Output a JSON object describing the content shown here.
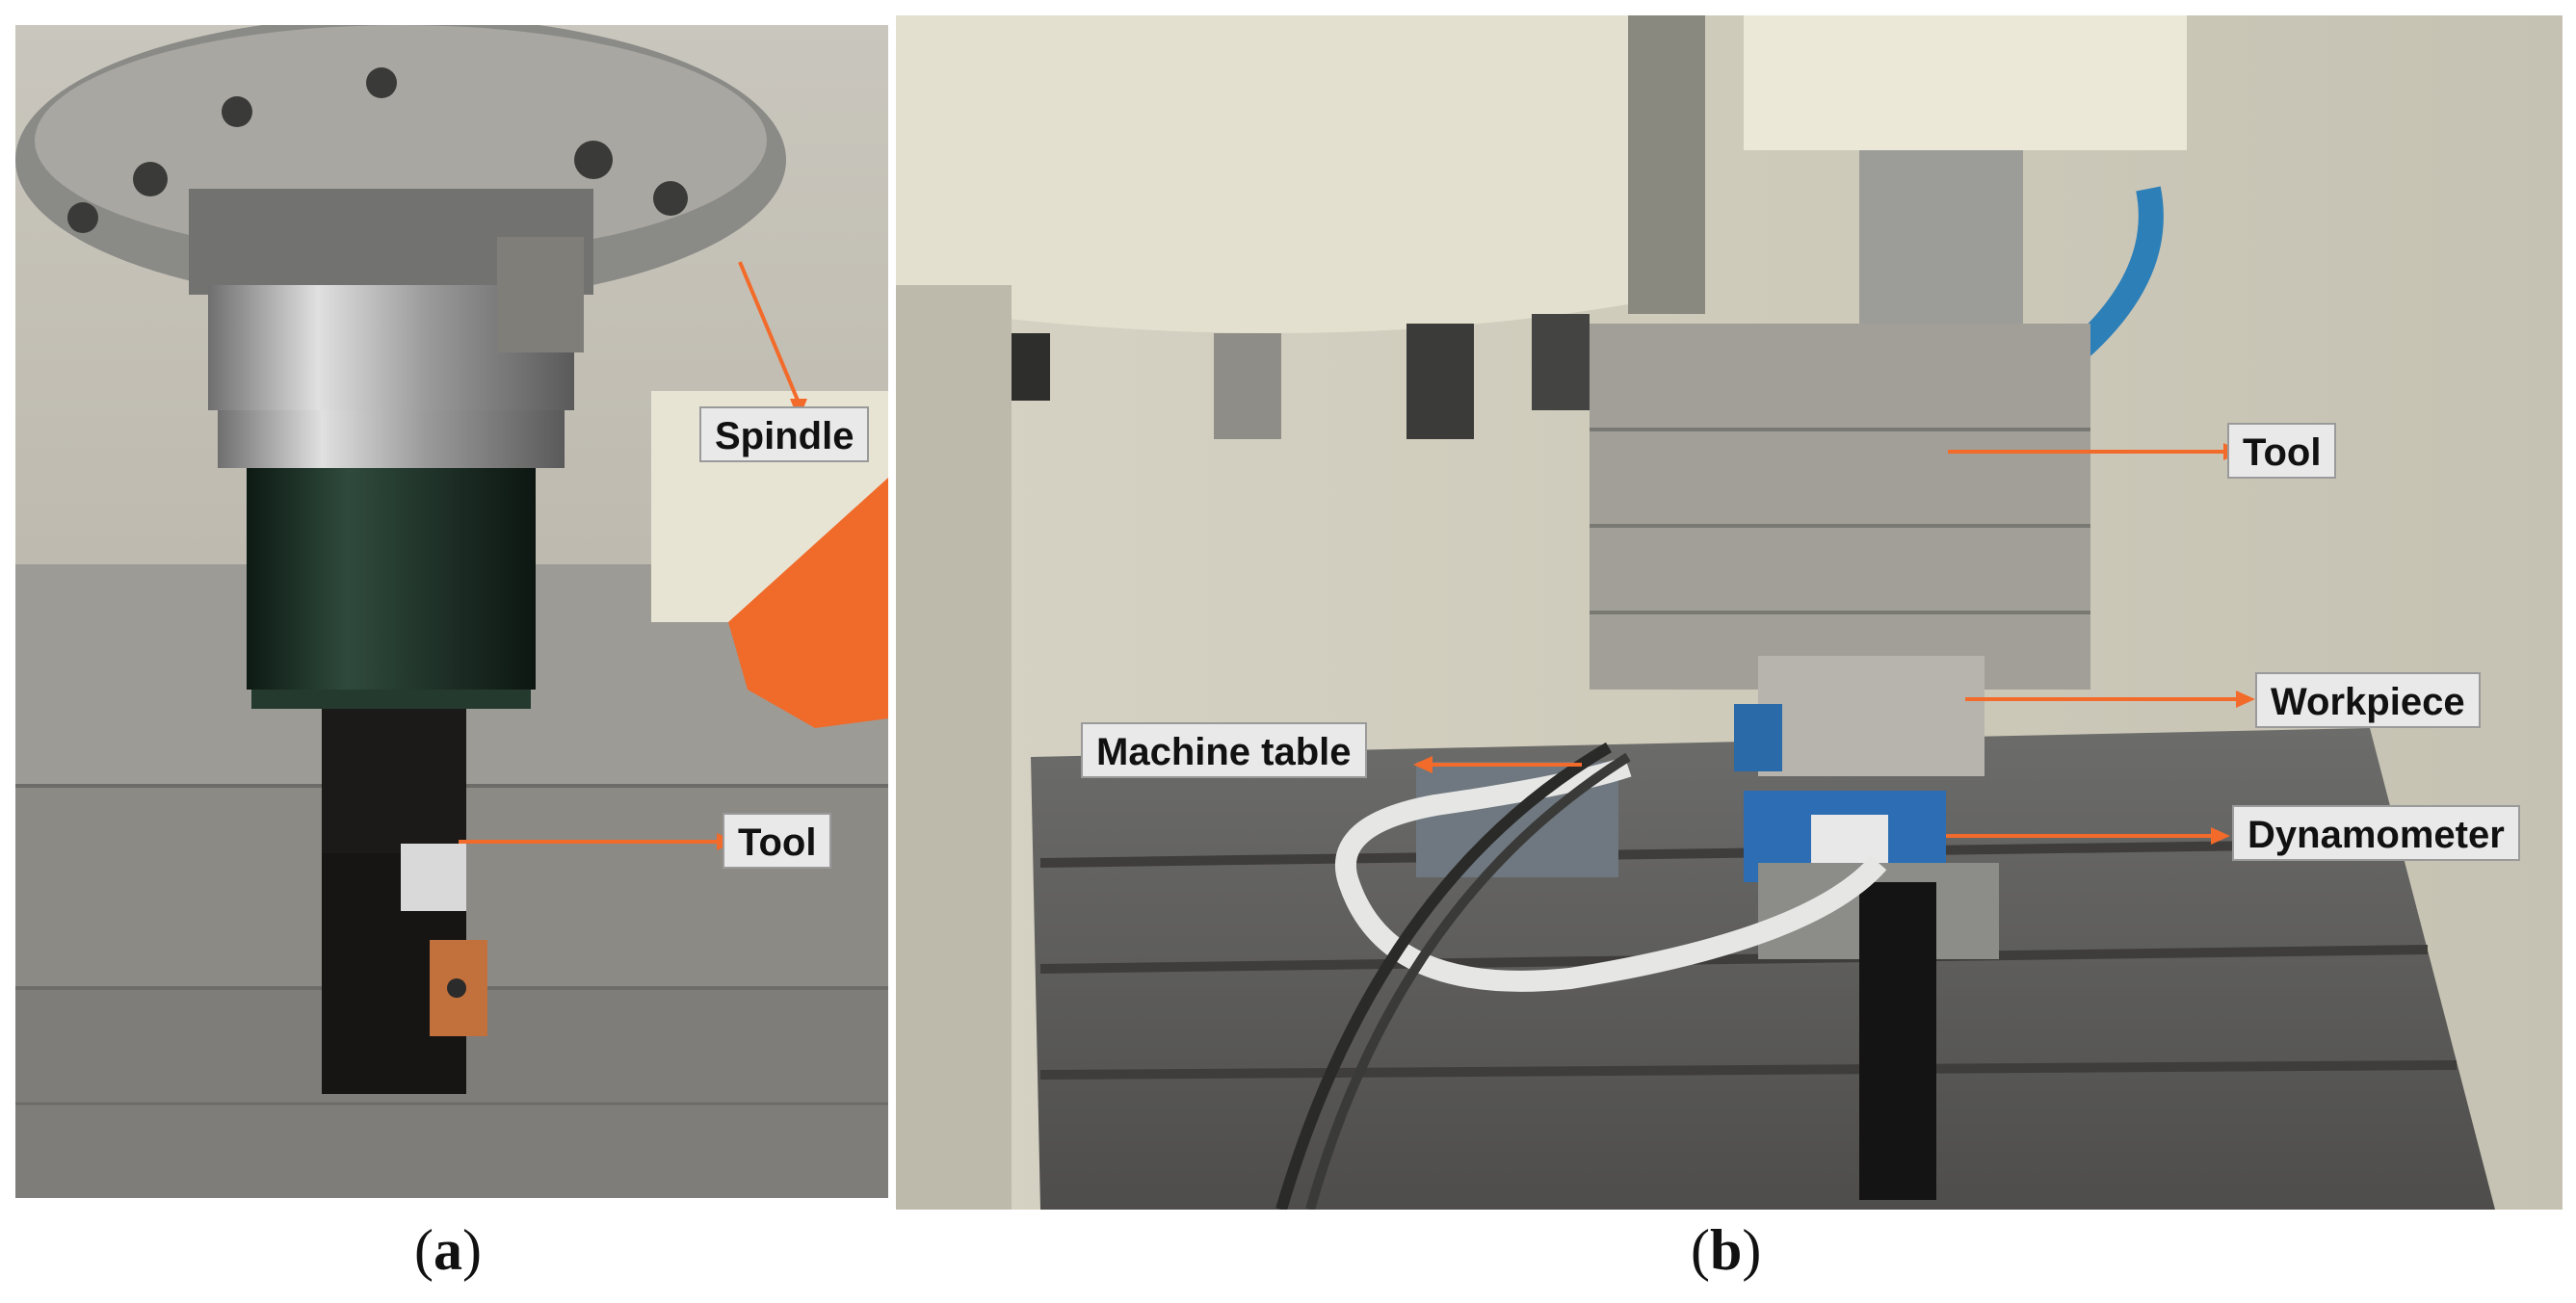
{
  "panel_a": {
    "caption_letter": "a",
    "labels": {
      "spindle": "Spindle",
      "tool": "Tool"
    }
  },
  "panel_b": {
    "caption_letter": "b",
    "labels": {
      "tool": "Tool",
      "workpiece": "Workpiece",
      "machine_table": "Machine table",
      "dynamometer": "Dynamometer"
    }
  },
  "colors": {
    "arrow": "#f26b2a",
    "label_bg": "#e9e9e9",
    "coolant_nozzle": "#f26b2a"
  }
}
